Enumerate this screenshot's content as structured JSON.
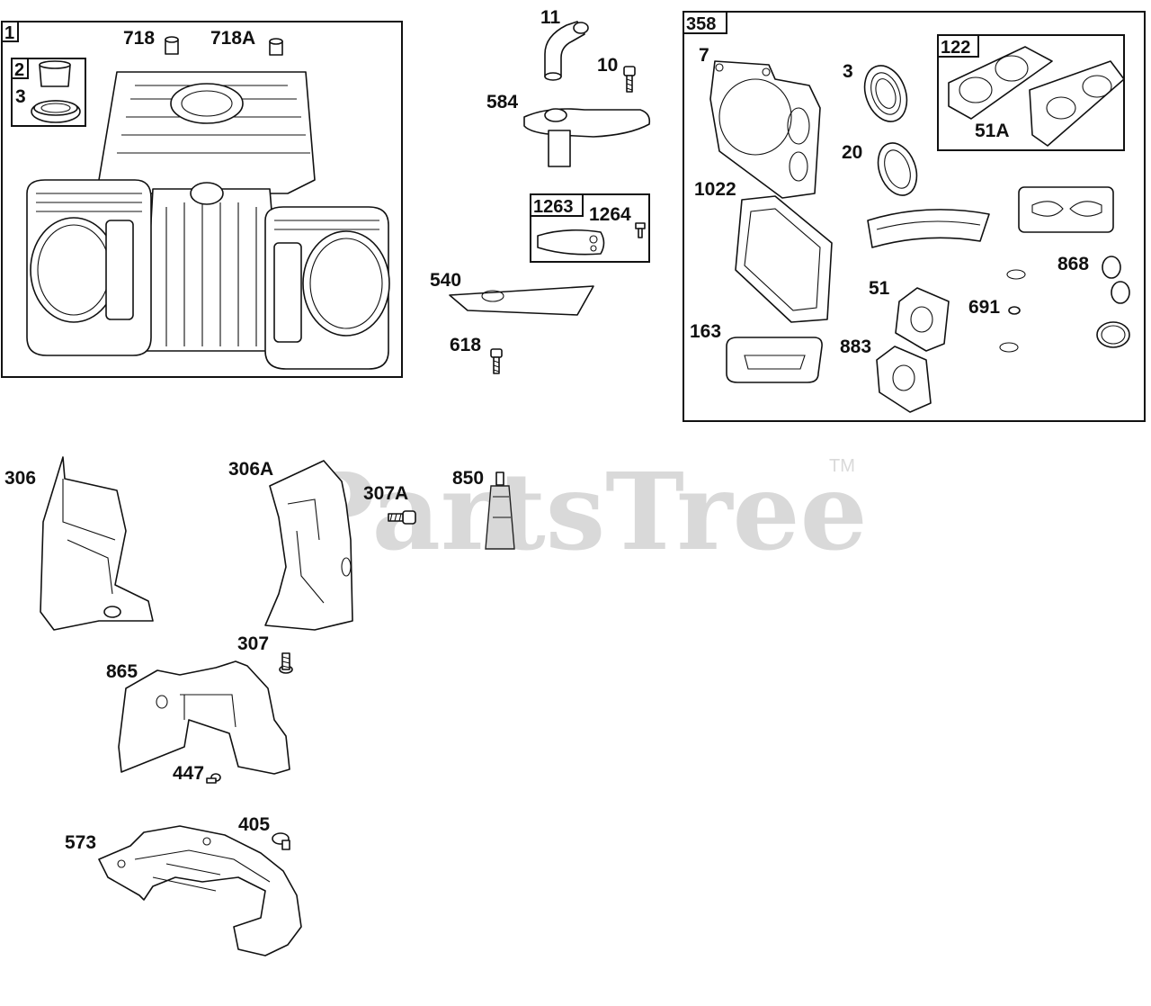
{
  "watermark": {
    "text": "PartsTree",
    "trademark": "TM"
  },
  "boxes": {
    "engine_block": {
      "label": "1"
    },
    "bearing_kit": {
      "label": "2"
    },
    "gasket_set": {
      "label": "358"
    },
    "intake_gasket": {
      "label": "122"
    },
    "breather_kit": {
      "label": "1263"
    }
  },
  "labels": {
    "p718": "718",
    "p718a": "718A",
    "p3a": "3",
    "p11": "11",
    "p10": "10",
    "p584": "584",
    "p1264": "1264",
    "p540": "540",
    "p618": "618",
    "p7": "7",
    "p3b": "3",
    "p20": "20",
    "p51a": "51A",
    "p1022": "1022",
    "p868": "868",
    "p51": "51",
    "p691": "691",
    "p163": "163",
    "p883": "883",
    "p306": "306",
    "p306a": "306A",
    "p307a": "307A",
    "p850": "850",
    "p307": "307",
    "p865": "865",
    "p447": "447",
    "p405": "405",
    "p573": "573"
  }
}
